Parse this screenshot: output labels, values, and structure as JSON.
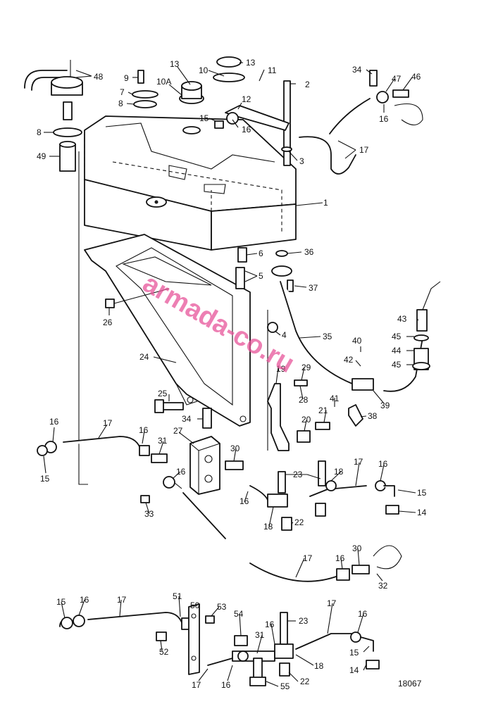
{
  "drawing_number": "18067",
  "watermark": "armada-co.ru",
  "labels": [
    {
      "id": "l48",
      "text": "48"
    },
    {
      "id": "l9",
      "text": "9"
    },
    {
      "id": "l7",
      "text": "7"
    },
    {
      "id": "l8a",
      "text": "8"
    },
    {
      "id": "l8b",
      "text": "8"
    },
    {
      "id": "l49",
      "text": "49"
    },
    {
      "id": "l13a",
      "text": "13"
    },
    {
      "id": "l13b",
      "text": "13"
    },
    {
      "id": "l10a",
      "text": "10A"
    },
    {
      "id": "l10",
      "text": "10"
    },
    {
      "id": "l11",
      "text": "11"
    },
    {
      "id": "l12",
      "text": "12"
    },
    {
      "id": "l15a",
      "text": "15"
    },
    {
      "id": "l16a",
      "text": "16"
    },
    {
      "id": "l2",
      "text": "2"
    },
    {
      "id": "l3",
      "text": "3"
    },
    {
      "id": "l34a",
      "text": "34"
    },
    {
      "id": "l47",
      "text": "47"
    },
    {
      "id": "l46",
      "text": "46"
    },
    {
      "id": "l16b",
      "text": "16"
    },
    {
      "id": "l17a",
      "text": "17"
    },
    {
      "id": "l1",
      "text": "1"
    },
    {
      "id": "l6",
      "text": "6"
    },
    {
      "id": "l36",
      "text": "36"
    },
    {
      "id": "l5",
      "text": "5"
    },
    {
      "id": "l37",
      "text": "37"
    },
    {
      "id": "l26",
      "text": "26"
    },
    {
      "id": "l4",
      "text": "4"
    },
    {
      "id": "l35",
      "text": "35"
    },
    {
      "id": "l43",
      "text": "43"
    },
    {
      "id": "l45a",
      "text": "45"
    },
    {
      "id": "l44",
      "text": "44"
    },
    {
      "id": "l45b",
      "text": "45"
    },
    {
      "id": "l40",
      "text": "40"
    },
    {
      "id": "l42",
      "text": "42"
    },
    {
      "id": "l24",
      "text": "24"
    },
    {
      "id": "l19",
      "text": "19"
    },
    {
      "id": "l29",
      "text": "29"
    },
    {
      "id": "l28",
      "text": "28"
    },
    {
      "id": "l39",
      "text": "39"
    },
    {
      "id": "l41",
      "text": "41"
    },
    {
      "id": "l21",
      "text": "21"
    },
    {
      "id": "l38",
      "text": "38"
    },
    {
      "id": "l25",
      "text": "25"
    },
    {
      "id": "l34b",
      "text": "34"
    },
    {
      "id": "l20",
      "text": "20"
    },
    {
      "id": "l16c",
      "text": "16"
    },
    {
      "id": "l17b",
      "text": "17"
    },
    {
      "id": "l16d",
      "text": "16"
    },
    {
      "id": "l27",
      "text": "27"
    },
    {
      "id": "l31a",
      "text": "31"
    },
    {
      "id": "l15b",
      "text": "15"
    },
    {
      "id": "l30a",
      "text": "30"
    },
    {
      "id": "l16e",
      "text": "16"
    },
    {
      "id": "l23a",
      "text": "23"
    },
    {
      "id": "l18a",
      "text": "18"
    },
    {
      "id": "l17c",
      "text": "17"
    },
    {
      "id": "l16f",
      "text": "16"
    },
    {
      "id": "l15c",
      "text": "15"
    },
    {
      "id": "l16g",
      "text": "16"
    },
    {
      "id": "l33",
      "text": "33"
    },
    {
      "id": "l14a",
      "text": "14"
    },
    {
      "id": "l18b",
      "text": "18"
    },
    {
      "id": "l22a",
      "text": "22"
    },
    {
      "id": "l17d",
      "text": "17"
    },
    {
      "id": "l16h",
      "text": "16"
    },
    {
      "id": "l30b",
      "text": "30"
    },
    {
      "id": "l32",
      "text": "32"
    },
    {
      "id": "l15d",
      "text": "15"
    },
    {
      "id": "l16i",
      "text": "16"
    },
    {
      "id": "l17e",
      "text": "17"
    },
    {
      "id": "l51",
      "text": "51"
    },
    {
      "id": "l50",
      "text": "50"
    },
    {
      "id": "l53",
      "text": "53"
    },
    {
      "id": "l54",
      "text": "54"
    },
    {
      "id": "l52",
      "text": "52"
    },
    {
      "id": "l16j",
      "text": "16"
    },
    {
      "id": "l31b",
      "text": "31"
    },
    {
      "id": "l23b",
      "text": "23"
    },
    {
      "id": "l17f",
      "text": "17"
    },
    {
      "id": "l16k",
      "text": "16"
    },
    {
      "id": "l15e",
      "text": "15"
    },
    {
      "id": "l18c",
      "text": "18"
    },
    {
      "id": "l14b",
      "text": "14"
    },
    {
      "id": "l17g",
      "text": "17"
    },
    {
      "id": "l16l",
      "text": "16"
    },
    {
      "id": "l55",
      "text": "55"
    },
    {
      "id": "l22b",
      "text": "22"
    }
  ]
}
